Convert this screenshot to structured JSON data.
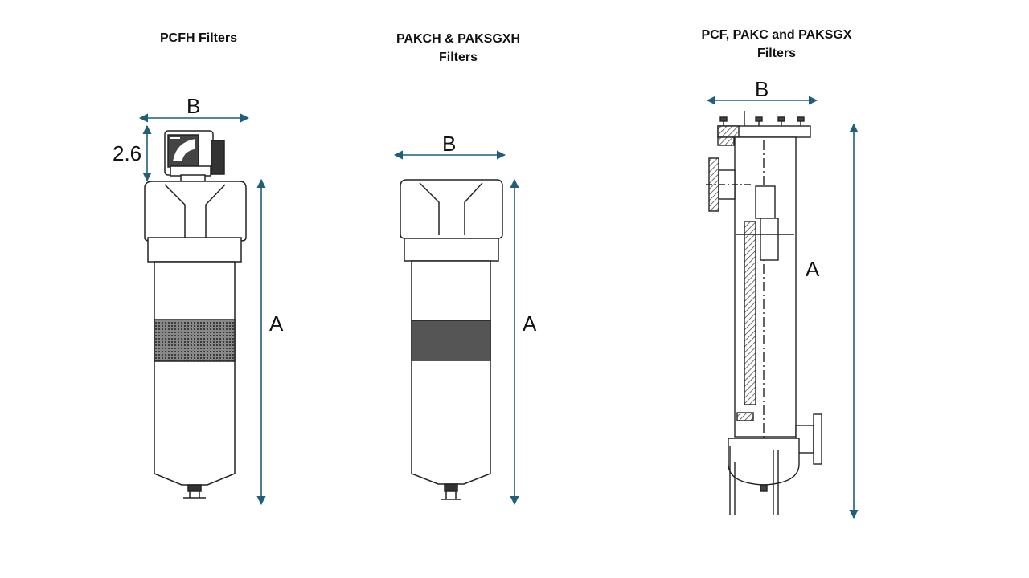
{
  "filters": [
    {
      "title": "PCFH Filters",
      "dim_b": "B",
      "dim_a": "A",
      "dim_head": "2.6"
    },
    {
      "title": "PAKCH & PAKSGXH\nFilters",
      "dim_b": "B",
      "dim_a": "A"
    },
    {
      "title": "PCF, PAKC and PAKSGX\nFilters",
      "dim_b": "B",
      "dim_a": "A"
    }
  ],
  "colors": {
    "dimension_arrow": "#1f5f7a",
    "outline": "#222222",
    "fill": "#ffffff",
    "band": "#555555"
  }
}
